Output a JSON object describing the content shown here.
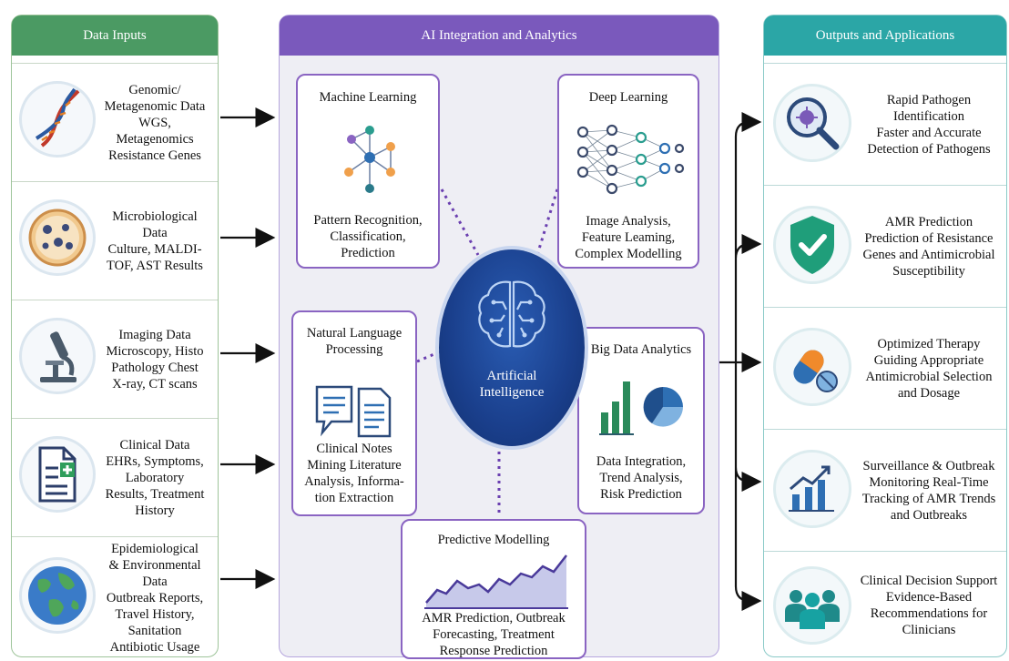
{
  "left": {
    "header": "Data Inputs",
    "items": [
      {
        "lines": [
          "Genomic/",
          "Metagenomic Data",
          "WGS,",
          "Metagenomics",
          "Resistance Genes"
        ],
        "icon": "dna-icon"
      },
      {
        "lines": [
          "Microbiological",
          "Data",
          "Culture, MALDI-",
          "TOF, AST Results"
        ],
        "icon": "petri-dish-icon"
      },
      {
        "lines": [
          "Imaging Data",
          "Microscopy, Histo",
          "Pathology Chest",
          "X-ray, CT scans"
        ],
        "icon": "microscope-icon"
      },
      {
        "lines": [
          "Clinical Data",
          "EHRs, Symptoms,",
          "Laboratory",
          "Results, Treatment",
          "History"
        ],
        "icon": "medical-record-icon"
      },
      {
        "lines": [
          "Epidemiological",
          "& Environmental",
          "Data",
          "Outbreak Reports,",
          "Travel History,",
          "Sanitation",
          "Antibiotic Usage"
        ],
        "icon": "globe-icon"
      }
    ]
  },
  "middle": {
    "header": "AI Integration and Analytics",
    "center_label": [
      "Artificial",
      "Intelligence"
    ],
    "ml": {
      "title": "Machine Learning",
      "desc": [
        "Pattern Recognition,",
        "Classification,",
        "Prediction"
      ]
    },
    "dl": {
      "title": "Deep Learning",
      "desc": [
        "Image Analysis,",
        "Feature Leaming,",
        "Complex Modelling"
      ]
    },
    "nlp": {
      "title": [
        "Natural Language",
        "Processing"
      ],
      "desc": [
        "Clinical Notes",
        "Mining Literature",
        "Analysis, Informa-",
        "tion Extraction"
      ]
    },
    "bda": {
      "title": "Big Data Analytics",
      "desc": [
        "Data Integration,",
        "Trend Analysis,",
        "Risk Prediction"
      ]
    },
    "pm": {
      "title": "Predictive Modelling",
      "desc": [
        "AMR Prediction, Outbreak",
        "Forecasting, Treatment",
        "Response Prediction"
      ]
    }
  },
  "right": {
    "header": "Outputs and Applications",
    "items": [
      {
        "lines": [
          "Rapid Pathogen",
          "Identification",
          "Faster and Accurate",
          "Detection of Pathogens"
        ],
        "icon": "magnifier-pathogen-icon"
      },
      {
        "lines": [
          "AMR Prediction",
          "Prediction of Resistance",
          "Genes and Antimicrobial",
          "Susceptibility"
        ],
        "icon": "shield-check-icon"
      },
      {
        "lines": [
          "Optimized Therapy",
          "Guiding Appropriate",
          "Antimicrobial Selection",
          "and Dosage"
        ],
        "icon": "pill-icon"
      },
      {
        "lines": [
          "Surveillance & Outbreak",
          "Monitoring Real-Time",
          "Tracking of AMR Trends",
          "and Outbreaks"
        ],
        "icon": "trend-chart-icon"
      },
      {
        "lines": [
          "Clinical Decision Support",
          "Evidence-Based",
          "Recommendations for",
          "Clinicians"
        ],
        "icon": "people-group-icon"
      }
    ]
  },
  "colors": {
    "green": "#4b9a63",
    "purple": "#7a59bc",
    "teal": "#2ba6a6",
    "ai_blue": "#1a3f8c"
  }
}
